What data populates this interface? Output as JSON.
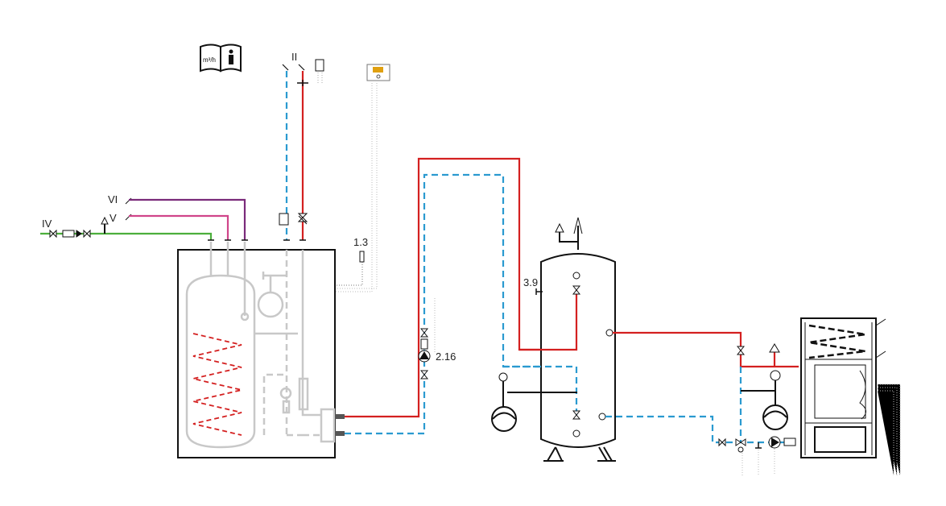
{
  "labels": {
    "circuit_ii": "II",
    "circuit_iv": "IV",
    "circuit_v": "V",
    "circuit_vi": "VI",
    "sensor_1_3": "1.3",
    "pump_2_16": "2.16",
    "sensor_3_9": "3.9",
    "manual_icon_text": "m³/h"
  },
  "colors": {
    "flow_hot": "#d42020",
    "return_cold": "#2a9ad0",
    "cold_water": "#4caf3c",
    "circulation": "#d0458a",
    "purple_line": "#7a2a7a",
    "internal": "#c8c8c8",
    "outline": "#111111",
    "controller_display": "#e0a010"
  },
  "icons": [
    "manual-info-icon",
    "controller-icon",
    "sensor-icon",
    "pump-icon",
    "valve-icon",
    "expansion-vessel-icon",
    "safety-valve-icon",
    "air-vent-icon",
    "mixing-valve-icon",
    "pressure-gauge-icon"
  ]
}
